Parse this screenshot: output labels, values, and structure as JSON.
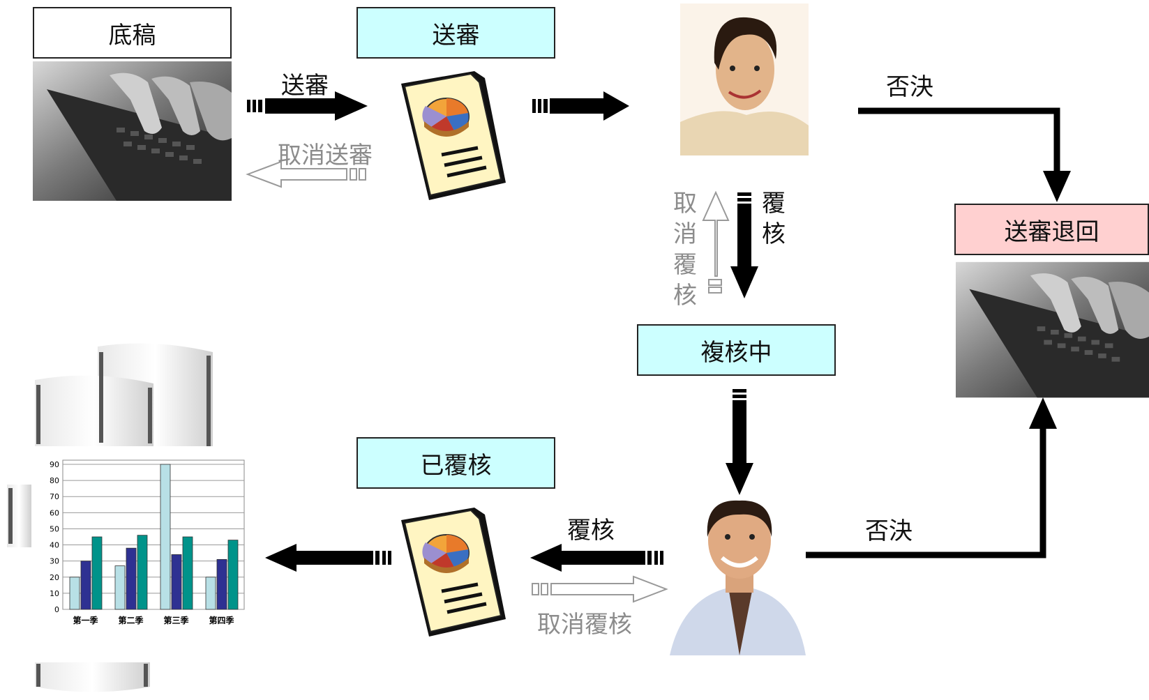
{
  "colors": {
    "state_box": "#ccffff",
    "draft_box": "#ffffff",
    "returned_box": "#ffd0d0",
    "arrow_active": "#000000",
    "arrow_cancel": "#999999",
    "chart_light": "#b8e0e6",
    "chart_mid": "#2e3192",
    "chart_dark": "#00938a"
  },
  "states": {
    "draft": "底稿",
    "submitted": "送審",
    "under_review": "複核中",
    "reviewed": "已覆核",
    "returned": "送審退回"
  },
  "actions": {
    "submit": "送審",
    "cancel_submit": "取消送審",
    "review": "覆核",
    "cancel_review": "取消覆核",
    "review_bottom": "覆核",
    "cancel_review_bottom": "取消覆核",
    "reject_top": "否決",
    "reject_bottom": "否決"
  },
  "icons": {
    "typing_photo": "typing-hands-photo",
    "document": "document-with-pie-chart-icon",
    "reviewer_woman": "woman-reviewer-photo",
    "reviewer_man": "man-reviewer-photo",
    "report_pages": "printed-report-pages-icon"
  },
  "chart_data": {
    "type": "bar",
    "categories": [
      "第一季",
      "第二季",
      "第三季",
      "第四季"
    ],
    "series": [
      {
        "values": [
          20,
          27,
          90,
          20
        ]
      },
      {
        "values": [
          30,
          38,
          34,
          31
        ]
      },
      {
        "values": [
          45,
          46,
          45,
          43
        ]
      }
    ],
    "yticks": [
      "0",
      "10",
      "20",
      "30",
      "40",
      "50",
      "60",
      "70",
      "80",
      "90"
    ],
    "ylim": [
      0,
      90
    ],
    "grid": true
  }
}
